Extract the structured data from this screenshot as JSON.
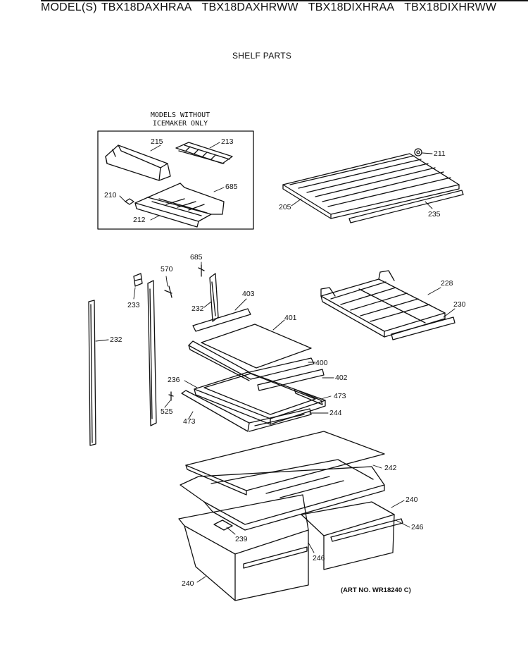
{
  "header": {
    "models_prefix": "MODEL(S)",
    "models": [
      "TBX18DAXHRAA",
      "TBX18DAXHRWW",
      "TBX18DIXHRAA",
      "TBX18DIXHRWW"
    ]
  },
  "section_title": "SHELF PARTS",
  "inset_note": [
    "MODELS WITHOUT",
    "ICEMAKER ONLY"
  ],
  "art_number": "(ART NO. WR18240 C)",
  "part_labels": [
    {
      "id": "lbl-215",
      "text": "215"
    },
    {
      "id": "lbl-213",
      "text": "213"
    },
    {
      "id": "lbl-210",
      "text": "210"
    },
    {
      "id": "lbl-685a",
      "text": "685"
    },
    {
      "id": "lbl-212",
      "text": "212"
    },
    {
      "id": "lbl-211",
      "text": "211"
    },
    {
      "id": "lbl-205",
      "text": "205"
    },
    {
      "id": "lbl-235",
      "text": "235"
    },
    {
      "id": "lbl-685b",
      "text": "685"
    },
    {
      "id": "lbl-570",
      "text": "570"
    },
    {
      "id": "lbl-233",
      "text": "233"
    },
    {
      "id": "lbl-232a",
      "text": "232"
    },
    {
      "id": "lbl-403",
      "text": "403"
    },
    {
      "id": "lbl-401",
      "text": "401"
    },
    {
      "id": "lbl-228",
      "text": "228"
    },
    {
      "id": "lbl-230",
      "text": "230"
    },
    {
      "id": "lbl-232b",
      "text": "232"
    },
    {
      "id": "lbl-400",
      "text": "400"
    },
    {
      "id": "lbl-402",
      "text": "402"
    },
    {
      "id": "lbl-236",
      "text": "236"
    },
    {
      "id": "lbl-473a",
      "text": "473"
    },
    {
      "id": "lbl-525",
      "text": "525"
    },
    {
      "id": "lbl-244",
      "text": "244"
    },
    {
      "id": "lbl-473b",
      "text": "473"
    },
    {
      "id": "lbl-242",
      "text": "242"
    },
    {
      "id": "lbl-240a",
      "text": "240"
    },
    {
      "id": "lbl-246a",
      "text": "246"
    },
    {
      "id": "lbl-239",
      "text": "239"
    },
    {
      "id": "lbl-246b",
      "text": "246"
    },
    {
      "id": "lbl-240b",
      "text": "240"
    }
  ]
}
